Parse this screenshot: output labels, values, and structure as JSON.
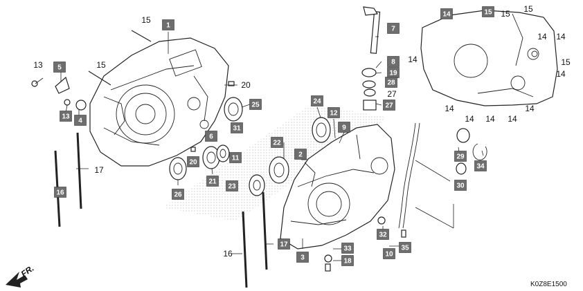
{
  "diagram_code": "K0Z8E1500",
  "direction_label": "FR.",
  "callouts": [
    {
      "label": "1",
      "style": "badge"
    },
    {
      "label": "2",
      "style": "badge"
    },
    {
      "label": "3",
      "style": "badge"
    },
    {
      "label": "4",
      "style": "badge"
    },
    {
      "label": "5",
      "style": "badge"
    },
    {
      "label": "6",
      "style": "badge"
    },
    {
      "label": "7",
      "style": "badge"
    },
    {
      "label": "8",
      "style": "badge"
    },
    {
      "label": "9",
      "style": "badge"
    },
    {
      "label": "10",
      "style": "badge"
    },
    {
      "label": "11",
      "style": "badge"
    },
    {
      "label": "12",
      "style": "badge"
    },
    {
      "label": "13",
      "style": "badge"
    },
    {
      "label": "14",
      "style": "badge"
    },
    {
      "label": "15",
      "style": "badge"
    },
    {
      "label": "16",
      "style": "badge"
    },
    {
      "label": "17",
      "style": "badge"
    },
    {
      "label": "18",
      "style": "badge"
    },
    {
      "label": "19",
      "style": "badge"
    },
    {
      "label": "20",
      "style": "badge"
    },
    {
      "label": "21",
      "style": "badge"
    },
    {
      "label": "22",
      "style": "badge"
    },
    {
      "label": "23",
      "style": "badge"
    },
    {
      "label": "24",
      "style": "badge"
    },
    {
      "label": "25",
      "style": "badge"
    },
    {
      "label": "26",
      "style": "badge"
    },
    {
      "label": "27",
      "style": "badge"
    },
    {
      "label": "28",
      "style": "badge"
    },
    {
      "label": "29",
      "style": "badge"
    },
    {
      "label": "30",
      "style": "badge"
    },
    {
      "label": "31",
      "style": "badge"
    },
    {
      "label": "32",
      "style": "badge"
    },
    {
      "label": "33",
      "style": "badge"
    },
    {
      "label": "34",
      "style": "badge"
    },
    {
      "label": "35",
      "style": "badge"
    },
    {
      "label": "13",
      "style": "plain"
    },
    {
      "label": "15",
      "style": "plain"
    },
    {
      "label": "15",
      "style": "plain"
    },
    {
      "label": "20",
      "style": "plain"
    },
    {
      "label": "17",
      "style": "plain"
    },
    {
      "label": "16",
      "style": "plain"
    },
    {
      "label": "27",
      "style": "plain"
    },
    {
      "label": "14",
      "style": "plain"
    },
    {
      "label": "14",
      "style": "plain"
    },
    {
      "label": "14",
      "style": "plain"
    },
    {
      "label": "14",
      "style": "plain"
    },
    {
      "label": "14",
      "style": "plain"
    },
    {
      "label": "14",
      "style": "plain"
    },
    {
      "label": "14",
      "style": "plain"
    },
    {
      "label": "14",
      "style": "plain"
    },
    {
      "label": "14",
      "style": "plain"
    },
    {
      "label": "15",
      "style": "plain"
    },
    {
      "label": "15",
      "style": "plain"
    },
    {
      "label": "15",
      "style": "plain"
    }
  ]
}
